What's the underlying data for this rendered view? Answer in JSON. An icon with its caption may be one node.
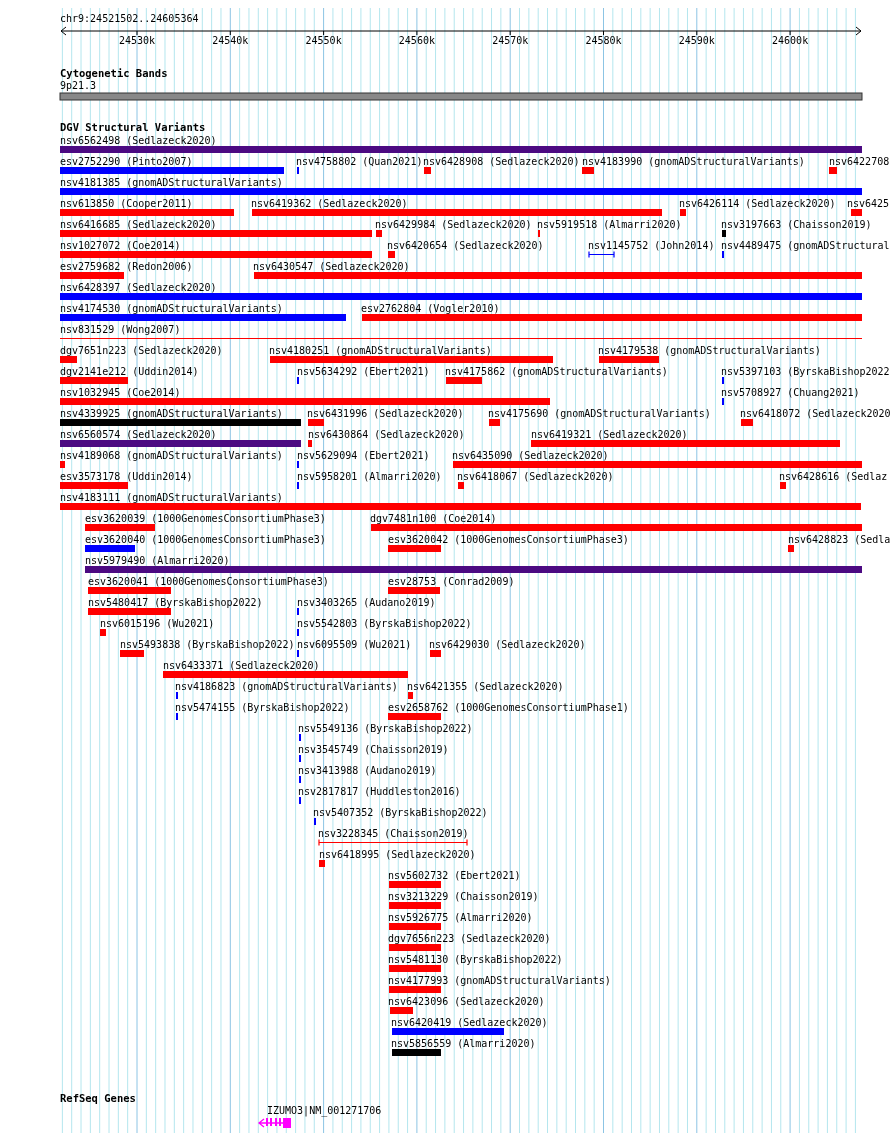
{
  "diagram": {
    "labels": [
      "chr9:24521502..24605364",
      "24530k",
      "24540k",
      "24550k",
      "24560k",
      "24570k",
      "24580k",
      "24590k",
      "24600k",
      "Cytogenetic Bands",
      "9p21.3",
      "DGV Structural Variants",
      "nsv6562498 (Sedlazeck2020)",
      "esv2752290 (Pinto2007)",
      "nsv4758802 (Quan2021)",
      "nsv6428908 (Sedlazeck2020)",
      "nsv4183990 (gnomADStructuralVariants)",
      "nsv6422708",
      "nsv4181385 (gnomADStructuralVariants)",
      "nsv613850 (Cooper2011)",
      "nsv6419362 (Sedlazeck2020)",
      "nsv6426114 (Sedlazeck2020)",
      "nsv6425",
      "nsv6416685 (Sedlazeck2020)",
      "nsv6429984 (Sedlazeck2020)",
      "nsv5919518 (Almarri2020)",
      "nsv3197663 (Chaisson2019)",
      "nsv1027072 (Coe2014)",
      "nsv6420654 (Sedlazeck2020)",
      "nsv1145752 (John2014)",
      "nsv4489475 (gnomADStructural",
      "esv2759682 (Redon2006)",
      "nsv6430547 (Sedlazeck2020)",
      "nsv6428397 (Sedlazeck2020)",
      "nsv4174530 (gnomADStructuralVariants)",
      "esv2762804 (Vogler2010)",
      "nsv831529 (Wong2007)",
      "dgv7651n223 (Sedlazeck2020)",
      "nsv4180251 (gnomADStructuralVariants)",
      "nsv4179538 (gnomADStructuralVariants)",
      "dgv2141e212 (Uddin2014)",
      "nsv5634292 (Ebert2021)",
      "nsv4175862 (gnomADStructuralVariants)",
      "nsv5397103 (ByrskaBishop2022",
      "nsv1032945 (Coe2014)",
      "nsv5708927 (Chuang2021)",
      "nsv4339925 (gnomADStructuralVariants)",
      "nsv6431996 (Sedlazeck2020)",
      "nsv4175690 (gnomADStructuralVariants)",
      "nsv6418072 (Sedlazeck2020",
      "nsv6560574 (Sedlazeck2020)",
      "nsv6430864 (Sedlazeck2020)",
      "nsv6419321 (Sedlazeck2020)",
      "nsv4189068 (gnomADStructuralVariants)",
      "nsv5629094 (Ebert2021)",
      "nsv6435090 (Sedlazeck2020)",
      "esv3573178 (Uddin2014)",
      "nsv5958201 (Almarri2020)",
      "nsv6418067 (Sedlazeck2020)",
      "nsv6428616 (Sedlaz",
      "nsv4183111 (gnomADStructuralVariants)",
      "esv3620039 (1000GenomesConsortiumPhase3)",
      "dgv7481n100 (Coe2014)",
      "esv3620040 (1000GenomesConsortiumPhase3)",
      "esv3620042 (1000GenomesConsortiumPhase3)",
      "nsv6428823 (Sedla",
      "nsv5979490 (Almarri2020)",
      "esv3620041 (1000GenomesConsortiumPhase3)",
      "esv28753 (Conrad2009)",
      "nsv5480417 (ByrskaBishop2022)",
      "nsv3403265 (Audano2019)",
      "nsv6015196 (Wu2021)",
      "nsv5542803 (ByrskaBishop2022)",
      "nsv5493838 (ByrskaBishop2022)",
      "nsv6095509 (Wu2021)",
      "nsv6429030 (Sedlazeck2020)",
      "nsv6433371 (Sedlazeck2020)",
      "nsv4186823 (gnomADStructuralVariants)",
      "nsv6421355 (Sedlazeck2020)",
      "nsv5474155 (ByrskaBishop2022)",
      "esv2658762 (1000GenomesConsortiumPhase1)",
      "nsv5549136 (ByrskaBishop2022)",
      "nsv3545749 (Chaisson2019)",
      "nsv3413988 (Audano2019)",
      "nsv2817817 (Huddleston2016)",
      "nsv5407352 (ByrskaBishop2022)",
      "nsv3228345 (Chaisson2019)",
      "nsv6418995 (Sedlazeck2020)",
      "nsv5602732 (Ebert2021)",
      "nsv3213229 (Chaisson2019)",
      "nsv5926775 (Almarri2020)",
      "dgv7656n223 (Sedlazeck2020)",
      "nsv5481130 (ByrskaBishop2022)",
      "nsv4177993 (gnomADStructuralVariants)",
      "nsv6423096 (Sedlazeck2020)",
      "nsv6420419 (Sedlazeck2020)",
      "nsv5856559 (Almarri2020)",
      "RefSeq Genes",
      "IZUMO3|NM_001271706"
    ]
  }
}
